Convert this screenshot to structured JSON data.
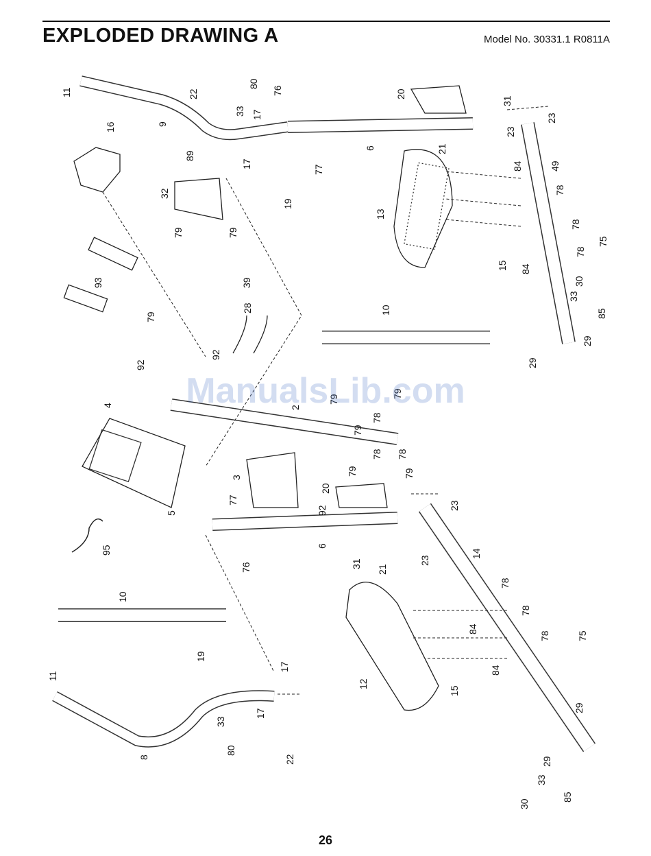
{
  "header": {
    "title": "EXPLODED DRAWING A",
    "model": "Model No. 30331.1  R0811A"
  },
  "watermark": "ManualsLib.com",
  "page_number": "26",
  "callouts": [
    "11",
    "9",
    "22",
    "80",
    "76",
    "33",
    "17",
    "6",
    "31",
    "20",
    "23",
    "23",
    "16",
    "89",
    "17",
    "77",
    "21",
    "84",
    "49",
    "13",
    "32",
    "19",
    "78",
    "78",
    "75",
    "79",
    "79",
    "78",
    "15",
    "84",
    "39",
    "93",
    "30",
    "33",
    "85",
    "10",
    "28",
    "79",
    "29",
    "29",
    "92",
    "92",
    "79",
    "4",
    "2",
    "79",
    "78",
    "79",
    "78",
    "78",
    "79",
    "79",
    "3",
    "20",
    "5",
    "77",
    "92",
    "23",
    "6",
    "95",
    "76",
    "31",
    "21",
    "23",
    "14",
    "10",
    "78",
    "78",
    "84",
    "75",
    "78",
    "12",
    "19",
    "17",
    "84",
    "15",
    "11",
    "29",
    "33",
    "17",
    "80",
    "22",
    "8",
    "29",
    "33",
    "85",
    "30"
  ]
}
